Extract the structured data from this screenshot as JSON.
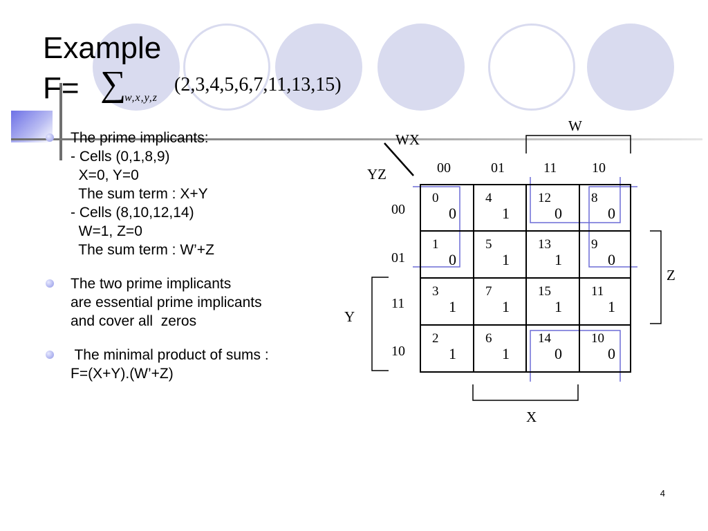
{
  "slide": {
    "title_line1": "Example",
    "title_line2_prefix": "F=",
    "sigma": "∑",
    "sigma_subscript": "w,x,y,z",
    "minterms": "(2,3,4,5,6,7,11,13,15)",
    "page_number": "4"
  },
  "bullets": [
    {
      "lines": [
        "The prime implicants:",
        "- Cells (0,1,8,9)",
        "  X=0, Y=0",
        "  The sum term : X+Y",
        "- Cells (8,10,12,14)",
        "  W=1, Z=0",
        "  The sum term : W’+Z"
      ]
    },
    {
      "lines": [
        "The two prime implicants",
        "are essential prime implicants",
        "and cover all  zeros"
      ]
    },
    {
      "lines": [
        " The minimal product of sums :",
        "F=(X+Y).(W’+Z)"
      ]
    }
  ],
  "kmap": {
    "corner_top": "WX",
    "corner_left": "YZ",
    "col_headers": [
      "00",
      "01",
      "11",
      "10"
    ],
    "row_headers": [
      "00",
      "01",
      "11",
      "10"
    ],
    "cells": [
      [
        {
          "index": "0",
          "value": "0"
        },
        {
          "index": "4",
          "value": "1"
        },
        {
          "index": "12",
          "value": "0"
        },
        {
          "index": "8",
          "value": "0"
        }
      ],
      [
        {
          "index": "1",
          "value": "0"
        },
        {
          "index": "5",
          "value": "1"
        },
        {
          "index": "13",
          "value": "1"
        },
        {
          "index": "9",
          "value": "0"
        }
      ],
      [
        {
          "index": "3",
          "value": "1"
        },
        {
          "index": "7",
          "value": "1"
        },
        {
          "index": "15",
          "value": "1"
        },
        {
          "index": "11",
          "value": "1"
        }
      ],
      [
        {
          "index": "2",
          "value": "1"
        },
        {
          "index": "6",
          "value": "1"
        },
        {
          "index": "14",
          "value": "0"
        },
        {
          "index": "10",
          "value": "0"
        }
      ]
    ],
    "var_w": "W",
    "var_x": "X",
    "var_y": "Y",
    "var_z": "Z",
    "group_color": "#6b6bd6"
  }
}
